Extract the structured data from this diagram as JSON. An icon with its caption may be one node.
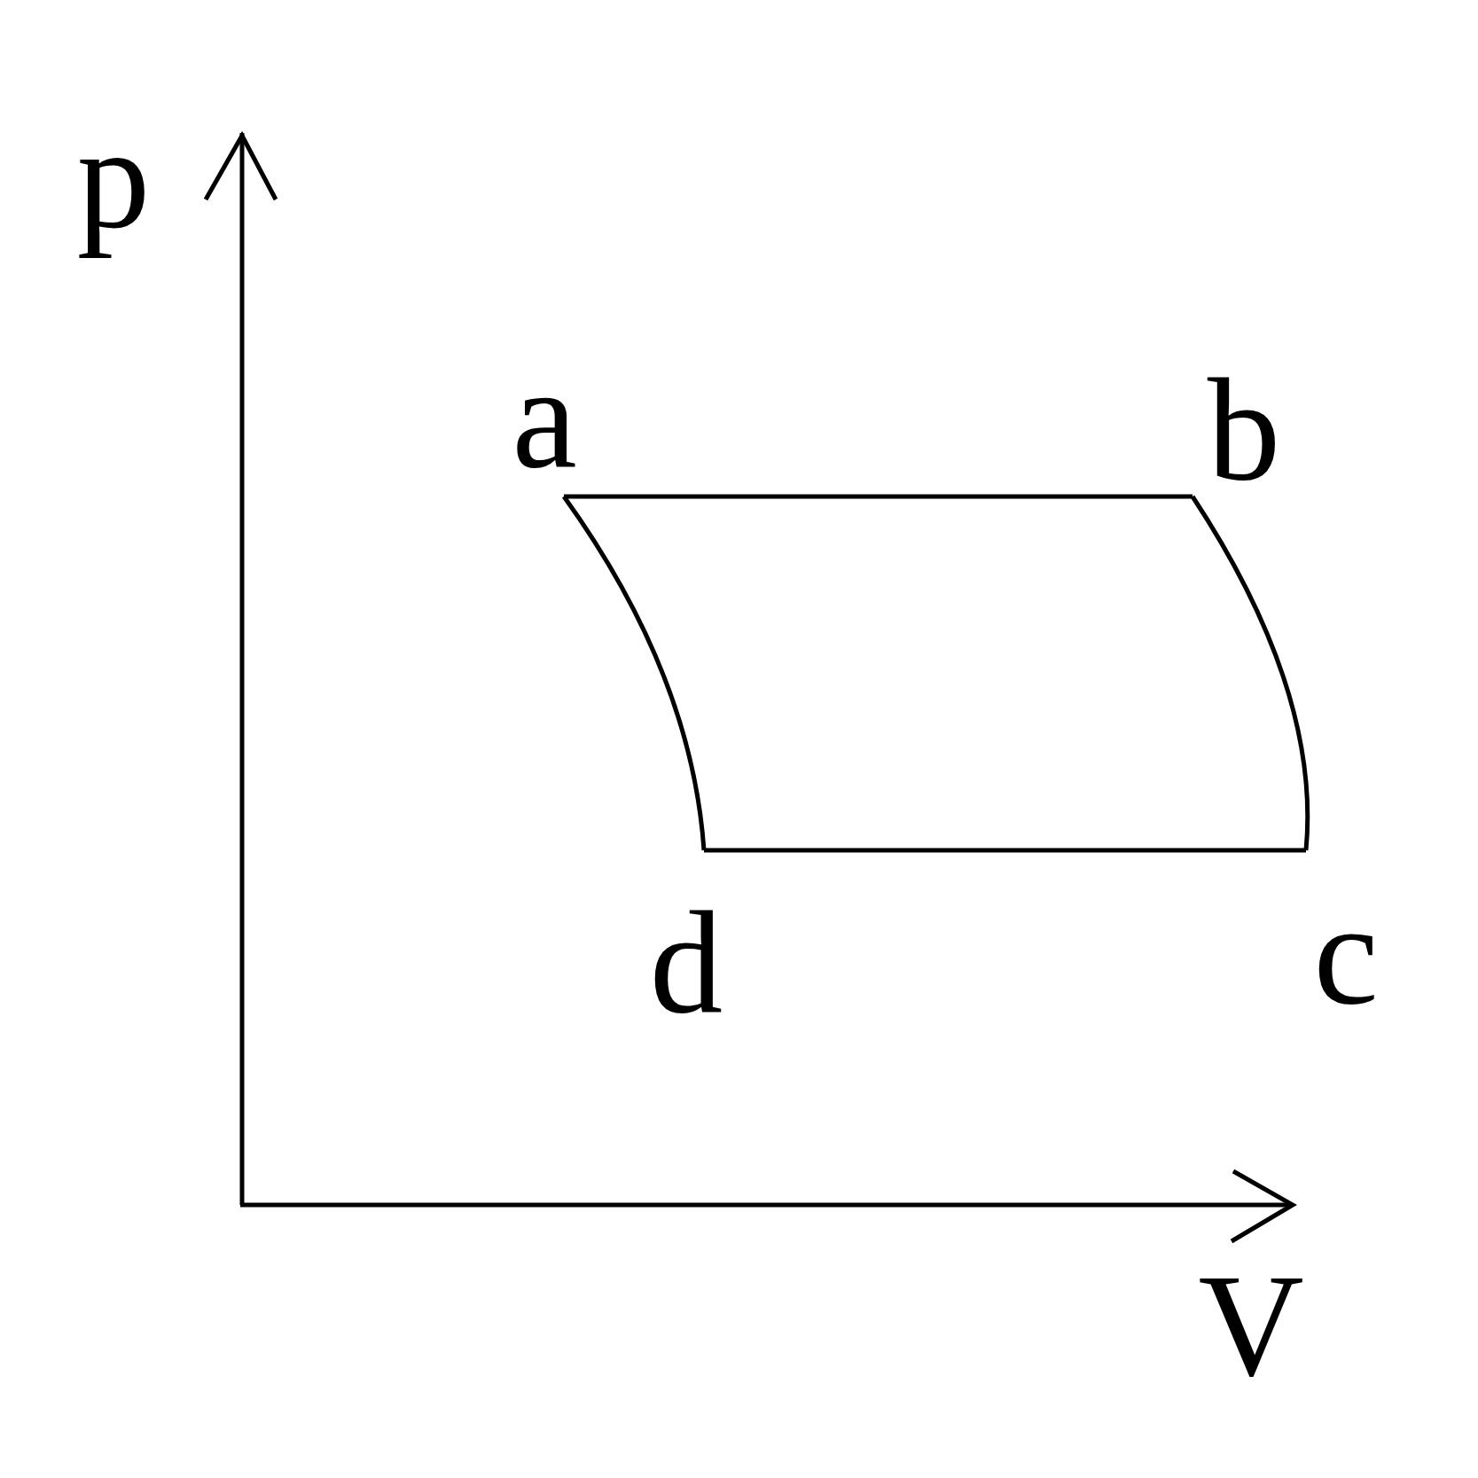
{
  "diagram": {
    "nodes": [
      {
        "text": [
          "a"
        ]
      },
      {
        "text": [
          "b"
        ]
      },
      {
        "text": [
          "c"
        ]
      },
      {
        "text": [
          "d"
        ]
      }
    ],
    "edges": [
      {
        "from": 0,
        "to": 1,
        "arrow": "none"
      },
      {
        "from": 1,
        "to": 2,
        "arrow": "none"
      },
      {
        "from": 2,
        "to": 3,
        "arrow": "none"
      },
      {
        "from": 3,
        "to": 0,
        "arrow": "none"
      }
    ],
    "labels": [
      "p",
      "V"
    ]
  }
}
